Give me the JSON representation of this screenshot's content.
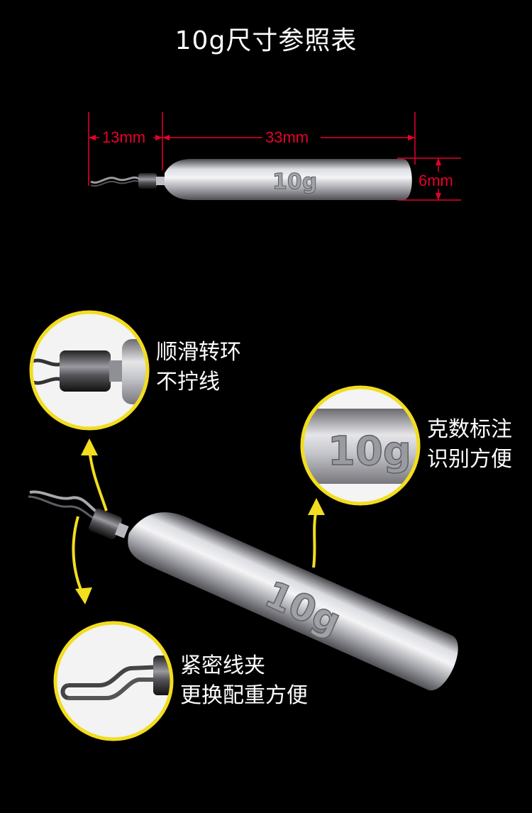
{
  "page_title": "10g尺寸参照表",
  "dimensions": {
    "swivel_length": "13mm",
    "body_length": "33mm",
    "diameter": "6mm",
    "weight_marking": "10g",
    "color": "#e8002a"
  },
  "callouts": [
    {
      "line1": "顺滑转环",
      "line2": "不拧线"
    },
    {
      "line1": "克数标注",
      "line2": "识别方便"
    },
    {
      "line1": "紧密线夹",
      "line2": "更换配重方便"
    }
  ],
  "accent_color": "#f2dd1f"
}
